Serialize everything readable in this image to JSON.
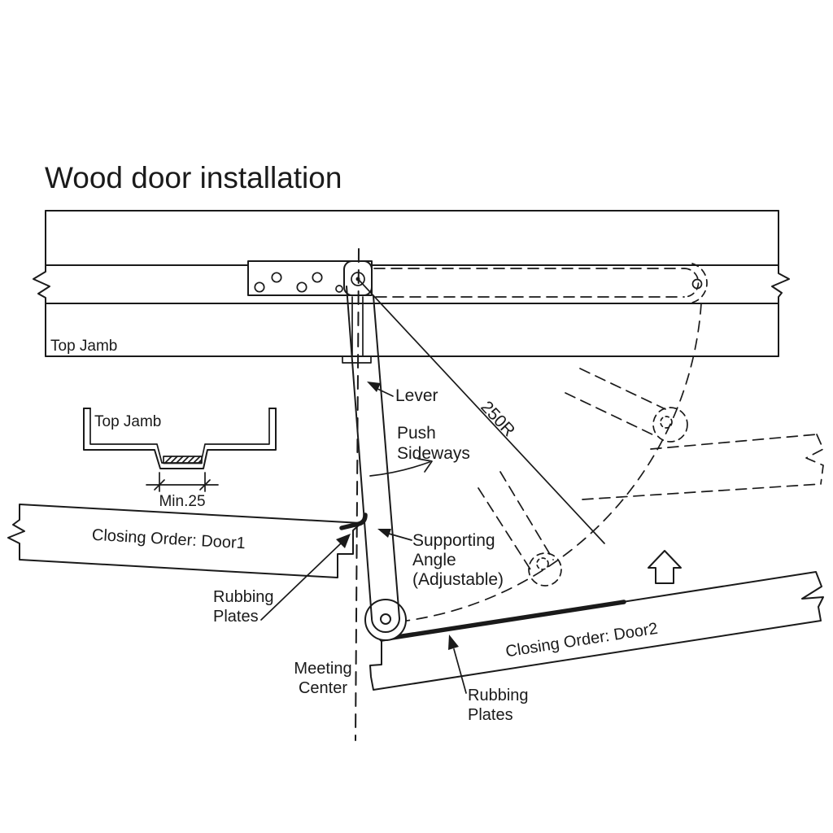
{
  "title": "Wood door installation",
  "colors": {
    "ink": "#1a1a1a",
    "background": "#ffffff"
  },
  "labels": {
    "top_jamb": "Top Jamb",
    "top_jamb_section": "Top Jamb",
    "min_clearance": "Min.25",
    "lever": "Lever",
    "push_sideways": {
      "line1": "Push",
      "line2": "Sideways"
    },
    "supporting_angle": {
      "line1": "Supporting",
      "line2": "Angle",
      "line3": "(Adjustable)"
    },
    "radius": "250R",
    "door1": "Closing Order: Door1",
    "door2": "Closing Order: Door2",
    "rubbing_plates": {
      "line1": "Rubbing",
      "line2": "Plates"
    },
    "meeting_center": {
      "line1": "Meeting",
      "line2": "Center"
    }
  }
}
